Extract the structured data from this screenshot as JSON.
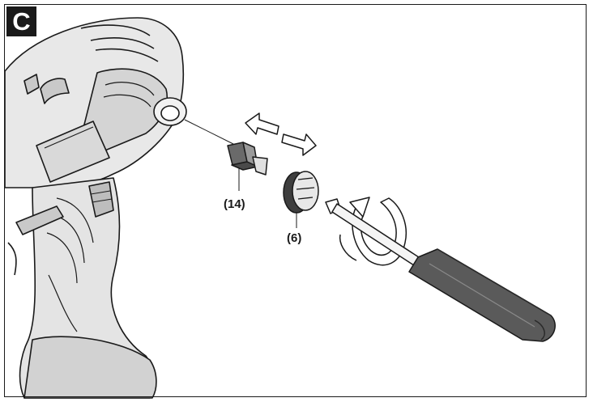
{
  "figure": {
    "letter": "C",
    "callouts": [
      {
        "id": "14",
        "label": "(14)"
      },
      {
        "id": "6",
        "label": "(6)"
      }
    ]
  },
  "icons": [
    "drill-body-icon",
    "bit-holder-icon",
    "knob-icon",
    "screwdriver-icon",
    "double-arrow-icon",
    "rotation-arrow-icon"
  ],
  "colors": {
    "outline": "#1a1a1a",
    "body_light": "#e6e6e6",
    "body_mid": "#c9c9c9",
    "body_dark": "#9a9a9a",
    "handle_dark": "#5a5a5a"
  }
}
